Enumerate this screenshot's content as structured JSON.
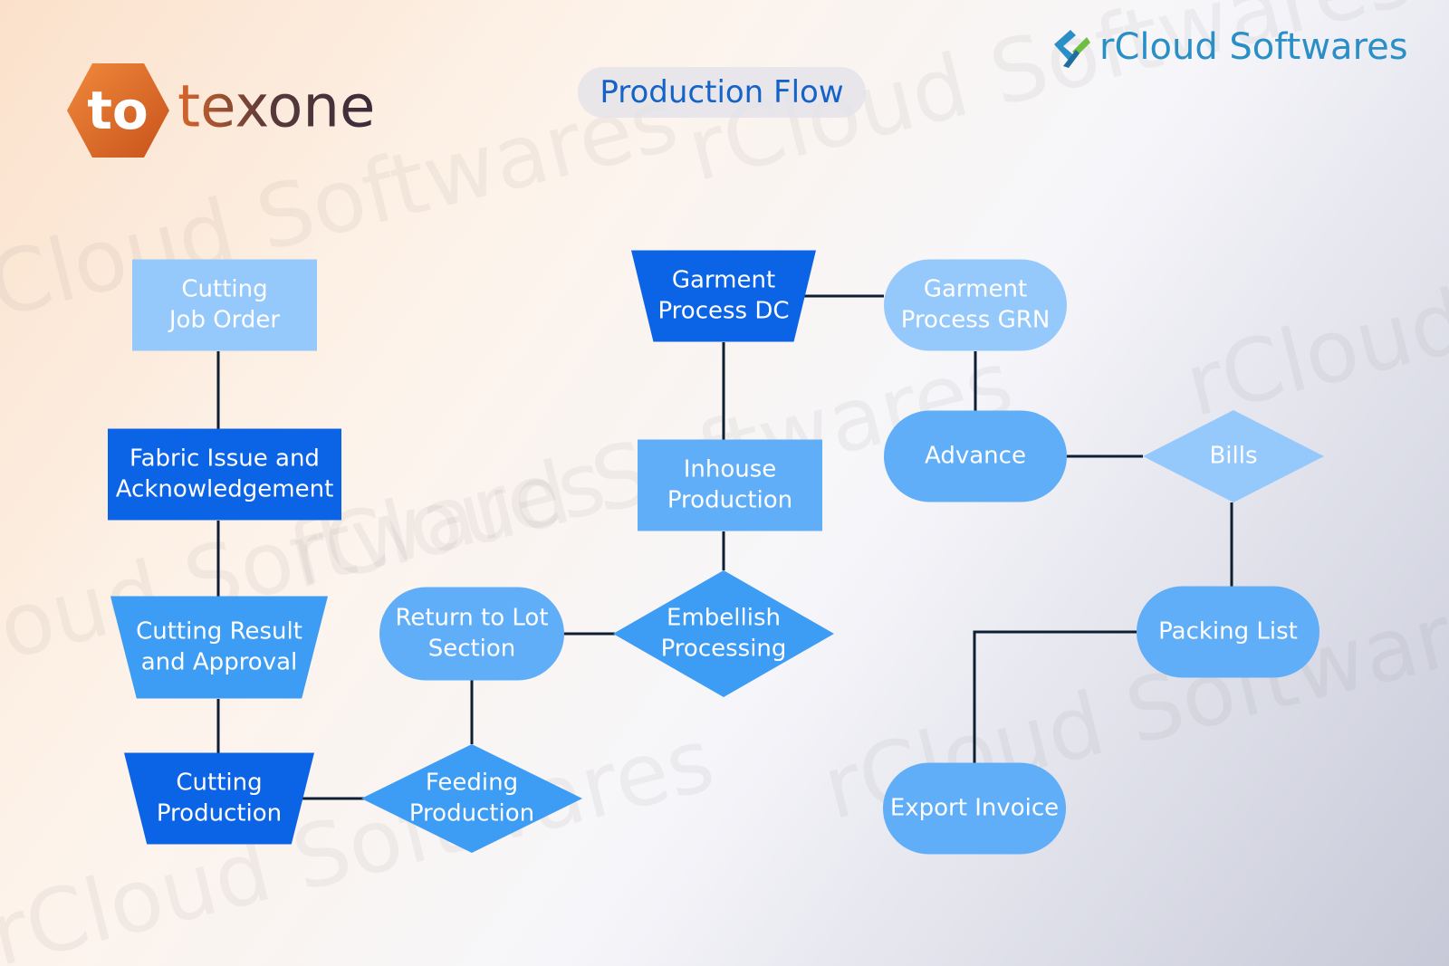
{
  "header": {
    "title": "Production Flow",
    "logo_left_text": "texone",
    "logo_left_badge": "to",
    "logo_right_text": "rCloud Softwares",
    "watermark": "rCloud Softwares"
  },
  "colors": {
    "dark": "#0b63e5",
    "mid": "#3d9cf3",
    "light": "#96c9fb",
    "bright": "#60aef7",
    "line": "#0f1f33",
    "title": "#1463c9"
  },
  "nodes": [
    {
      "id": "cutting-job-order",
      "lines": [
        "Cutting",
        "Job Order"
      ]
    },
    {
      "id": "fabric-issue",
      "lines": [
        "Fabric Issue and",
        "Acknowledgement"
      ]
    },
    {
      "id": "cutting-result",
      "lines": [
        "Cutting Result",
        "and Approval"
      ]
    },
    {
      "id": "cutting-production",
      "lines": [
        "Cutting",
        "Production"
      ]
    },
    {
      "id": "feeding-production",
      "lines": [
        "Feeding",
        "Production"
      ]
    },
    {
      "id": "return-to-lot",
      "lines": [
        "Return to Lot",
        "Section"
      ]
    },
    {
      "id": "embellish-processing",
      "lines": [
        "Embellish",
        "Processing"
      ]
    },
    {
      "id": "inhouse-production",
      "lines": [
        "Inhouse",
        "Production"
      ]
    },
    {
      "id": "garment-process-dc",
      "lines": [
        "Garment",
        "Process DC"
      ]
    },
    {
      "id": "garment-process-grn",
      "lines": [
        "Garment",
        "Process GRN"
      ]
    },
    {
      "id": "advance",
      "lines": [
        "Advance"
      ]
    },
    {
      "id": "bills",
      "lines": [
        "Bills"
      ]
    },
    {
      "id": "packing-list",
      "lines": [
        "Packing List"
      ]
    },
    {
      "id": "export-invoice",
      "lines": [
        "Export Invoice"
      ]
    }
  ],
  "edges": [
    [
      "cutting-job-order",
      "fabric-issue"
    ],
    [
      "fabric-issue",
      "cutting-result"
    ],
    [
      "cutting-result",
      "cutting-production"
    ],
    [
      "cutting-production",
      "feeding-production"
    ],
    [
      "feeding-production",
      "return-to-lot"
    ],
    [
      "return-to-lot",
      "embellish-processing"
    ],
    [
      "embellish-processing",
      "inhouse-production"
    ],
    [
      "inhouse-production",
      "garment-process-dc"
    ],
    [
      "garment-process-dc",
      "garment-process-grn"
    ],
    [
      "garment-process-grn",
      "advance"
    ],
    [
      "advance",
      "bills"
    ],
    [
      "bills",
      "packing-list"
    ],
    [
      "packing-list",
      "export-invoice"
    ]
  ]
}
